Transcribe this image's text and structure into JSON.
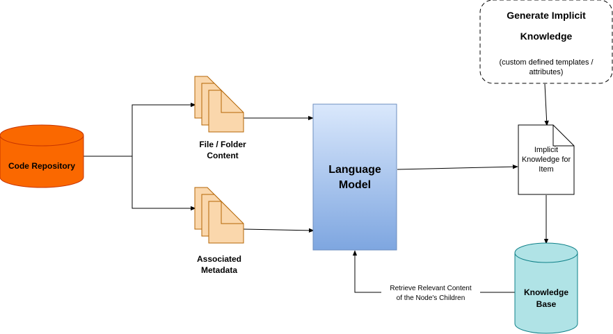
{
  "nodes": {
    "code_repository": {
      "label": "Code Repository"
    },
    "file_folder": {
      "line1": "File / Folder",
      "line2": "Content"
    },
    "associated_metadata": {
      "line1": "Associated",
      "line2": "Metadata"
    },
    "language_model": {
      "line1": "Language",
      "line2": "Model"
    },
    "generate_implicit": {
      "title1": "Generate Implicit",
      "title2": "Knowledge",
      "note1": "(custom defined templates /",
      "note2": "attributes)"
    },
    "implicit_item": {
      "line1": "Implicit",
      "line2": "Knowledge for",
      "line3": "Item"
    },
    "knowledge_base": {
      "line1": "Knowledge",
      "line2": "Base"
    }
  },
  "edges": {
    "retrieve": {
      "line1": "Retrieve Relevant Content",
      "line2": "of the Node's Children"
    }
  },
  "colors": {
    "repo_fill": "#fa6800",
    "repo_stroke": "#c73500",
    "doc_fill": "#fad7ac",
    "doc_stroke": "#b46504",
    "model_top": "#dae8fc",
    "model_bottom": "#7ea6e0",
    "model_stroke": "#6c8ebf",
    "kb_fill": "#b0e3e6",
    "kb_stroke": "#0e8088"
  }
}
